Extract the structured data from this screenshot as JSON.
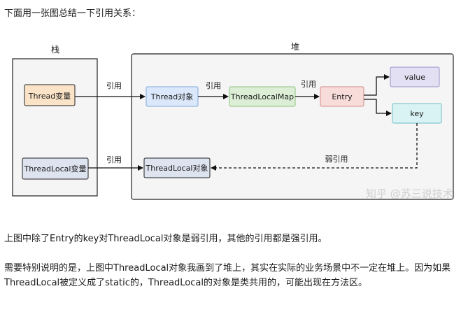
{
  "intro": "下面用一张图总结一下引用关系：",
  "diagram": {
    "stack_label": "栈",
    "heap_label": "堆",
    "nodes": {
      "thread_var": "Thread变量",
      "threadlocal_var": "ThreadLocal变量",
      "thread_obj": "Thread对象",
      "threadlocalmap": "ThreadLocalMap",
      "entry": "Entry",
      "value": "value",
      "key": "key",
      "threadlocal_obj": "ThreadLocal对象"
    },
    "edges": {
      "thread_ref": "引用",
      "map_ref": "引用",
      "entry_ref": "引用",
      "threadlocal_ref": "引用",
      "weak_ref": "弱引用"
    },
    "watermark": "知乎 @苏三说技术",
    "colors": {
      "thread_var": "#fbe3c7",
      "threadlocal_var": "#dde3ef",
      "thread_obj": "#dbe8fb",
      "threadlocalmap": "#dcefd6",
      "entry": "#f8dcda",
      "value": "#e4e0f3",
      "key": "#d9f2f3",
      "threadlocal_obj": "#dde3ef",
      "panel": "#f5f5f5"
    }
  },
  "paragraphs": [
    "上图中除了Entry的key对ThreadLocal对象是弱引用，其他的引用都是强引用。",
    "需要特别说明的是，上图中ThreadLocal对象我画到了堆上，其实在实际的业务场景中不一定在堆上。因为如果ThreadLocal被定义成了static的，ThreadLocal的对象是类共用的，可能出现在方法区。"
  ]
}
